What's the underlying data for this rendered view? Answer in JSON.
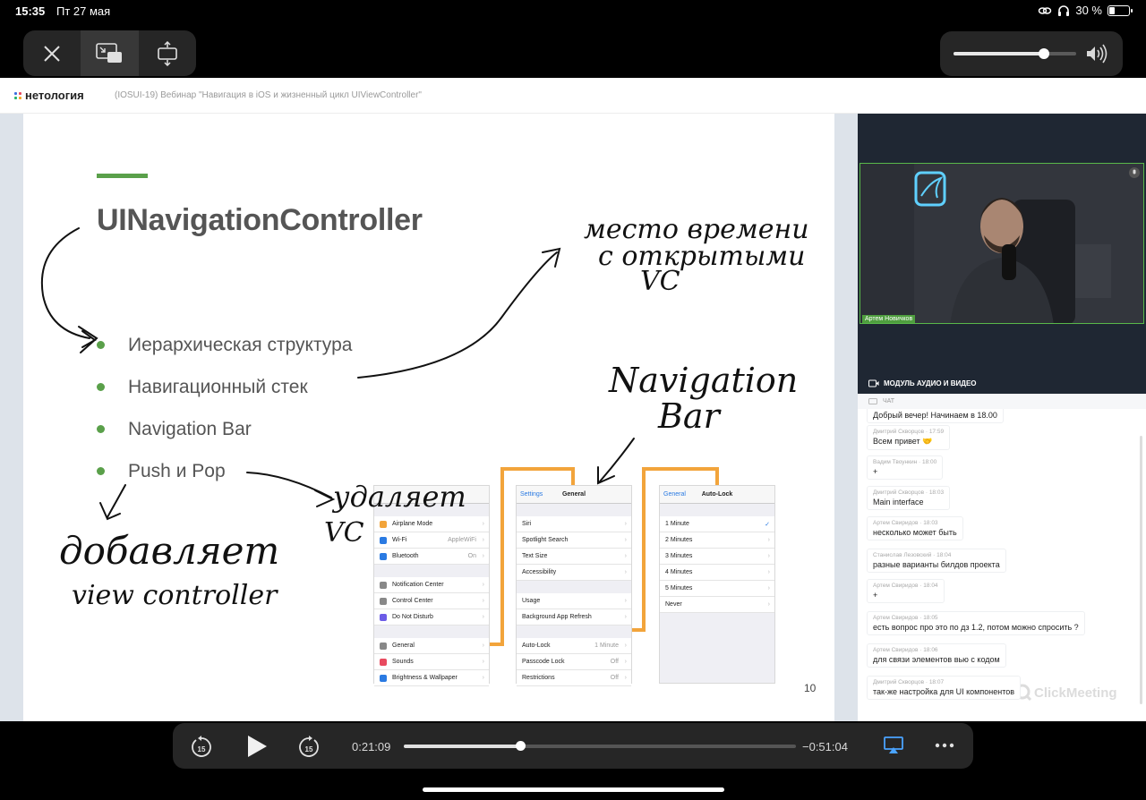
{
  "status_bar": {
    "time": "15:35",
    "date": "Пт 27 мая",
    "battery": "30 %",
    "battery_level": 0.3
  },
  "top_controls": {
    "close_icon": "close-icon",
    "pip_icon": "picture-in-picture-icon",
    "fit_icon": "resize-icon"
  },
  "volume": {
    "level": 0.74,
    "icon": "speaker-icon"
  },
  "webinar": {
    "logo_text": "нетология",
    "logo_colors": [
      "#3c6ee0",
      "#e84a5f",
      "#27b36b",
      "#f5a623"
    ],
    "title": "(IOSUI-19) Вебинар \"Навигация в iOS и жизненный цикл UIViewController\""
  },
  "slide": {
    "title": "UINavigationController",
    "bullets": [
      "Иерархическая структура",
      "Навигационный стек",
      "Navigation Bar",
      "Push и Pop"
    ],
    "page_number": "10",
    "accent": "#5aa04a",
    "screens": [
      {
        "title": "",
        "back": "",
        "rows": [
          {
            "label": "Airplane Mode",
            "value": "",
            "color": "#f2a43b"
          },
          {
            "label": "Wi-Fi",
            "value": "AppleWiFi",
            "color": "#2a7ae2"
          },
          {
            "label": "Bluetooth",
            "value": "On",
            "color": "#2a7ae2"
          },
          {
            "gap": true
          },
          {
            "label": "Notification Center",
            "value": "",
            "color": "#888"
          },
          {
            "label": "Control Center",
            "value": "",
            "color": "#888"
          },
          {
            "label": "Do Not Disturb",
            "value": "",
            "color": "#6c5ce7"
          },
          {
            "gap": true
          },
          {
            "label": "General",
            "value": "",
            "color": "#888"
          },
          {
            "label": "Sounds",
            "value": "",
            "color": "#e84a5f"
          },
          {
            "label": "Brightness & Wallpaper",
            "value": "",
            "color": "#2a7ae2"
          }
        ]
      },
      {
        "title": "General",
        "back": "Settings",
        "rows": [
          {
            "label": "Siri",
            "value": ""
          },
          {
            "label": "Spotlight Search",
            "value": ""
          },
          {
            "label": "Text Size",
            "value": ""
          },
          {
            "label": "Accessibility",
            "value": ""
          },
          {
            "gap": true
          },
          {
            "label": "Usage",
            "value": ""
          },
          {
            "label": "Background App Refresh",
            "value": ""
          },
          {
            "gap": true
          },
          {
            "label": "Auto-Lock",
            "value": "1 Minute"
          },
          {
            "label": "Passcode Lock",
            "value": "Off"
          },
          {
            "label": "Restrictions",
            "value": "Off"
          }
        ]
      },
      {
        "title": "Auto-Lock",
        "back": "General",
        "rows": [
          {
            "label": "1 Minute",
            "value": "",
            "check": true
          },
          {
            "label": "2 Minutes",
            "value": ""
          },
          {
            "label": "3 Minutes",
            "value": ""
          },
          {
            "label": "4 Minutes",
            "value": ""
          },
          {
            "label": "5 Minutes",
            "value": ""
          },
          {
            "label": "Never",
            "value": ""
          }
        ]
      }
    ]
  },
  "annotations": {
    "top_right": [
      "место времени",
      "с открытыми",
      "VC"
    ],
    "nav_bar": [
      "Navigation",
      "Bar"
    ],
    "pop": [
      "удаляет",
      "VC"
    ],
    "push": [
      "добавляет",
      "view controller"
    ]
  },
  "video": {
    "speaker_name": "Артем Новичков",
    "module_label": "МОДУЛЬ АУДИО И ВИДЕО"
  },
  "chat": {
    "header": "ЧАТ",
    "messages": [
      {
        "author": "",
        "time": "",
        "text": "Добрый вечер! Начинаем в 18.00"
      },
      {
        "author": "Дмитрий Скворцов",
        "time": "17:59",
        "text": "Всем привет 🤝"
      },
      {
        "author": "Вадим Твоункин",
        "time": "18:00",
        "text": "+"
      },
      {
        "author": "Дмитрий Скворцов",
        "time": "18:03",
        "text": "Main interface"
      },
      {
        "author": "Артем Свиридов",
        "time": "18:03",
        "text": "несколько может быть"
      },
      {
        "author": "Станислав Лезовский",
        "time": "18:04",
        "text": "разные варианты билдов проекта"
      },
      {
        "author": "Артем Свиридов",
        "time": "18:04",
        "text": "+"
      },
      {
        "author": "Артем Свиридов",
        "time": "18:05",
        "text": "есть вопрос про это по дз 1.2, потом можно спросить ?"
      },
      {
        "author": "Артем Свиридов",
        "time": "18:06",
        "text": "для связи элементов вью с кодом"
      },
      {
        "author": "Дмитрий Скворцов",
        "time": "18:07",
        "text": "так-же настройка для UI компонентов"
      }
    ],
    "brand": "ClickMeeting"
  },
  "player": {
    "elapsed": "0:21:09",
    "remaining": "−0:51:04",
    "progress": 0.297,
    "skip_seconds": "15"
  }
}
